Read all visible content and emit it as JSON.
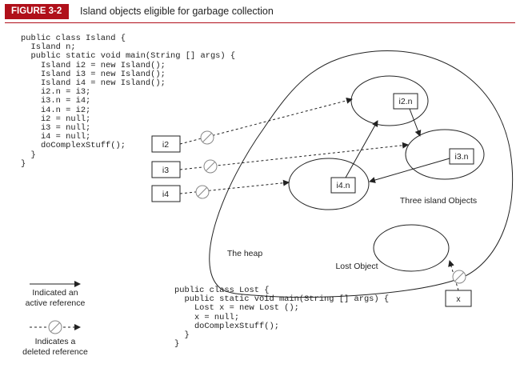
{
  "figure": {
    "label": "FIGURE 3-2",
    "title": "Island objects eligible for garbage collection"
  },
  "code_island": [
    "public class Island {",
    "  Island n;",
    "  public static void main(String [] args) {",
    "    Island i2 = new Island();",
    "    Island i3 = new Island();",
    "    Island i4 = new Island();",
    "    i2.n = i3;",
    "    i3.n = i4;",
    "    i4.n = i2;",
    "    i2 = null;",
    "    i3 = null;",
    "    i4 = null;",
    "    doComplexStuff();",
    "  }",
    "}"
  ],
  "code_lost": [
    "public class Lost {",
    "  public static void main(String [] args) {",
    "    Lost x = new Lost ();",
    "    x = null;",
    "    doComplexStuff();",
    "  }",
    "}"
  ],
  "diagram": {
    "refs": [
      "i2",
      "i3",
      "i4"
    ],
    "objects": [
      "i2.n",
      "i3.n",
      "i4.n"
    ],
    "x_ref": "x",
    "three_island_label": "Three island Objects",
    "heap_label": "The heap",
    "lost_label": "Lost Object"
  },
  "legend": {
    "active_line1": "Indicated an",
    "active_line2": "active reference",
    "deleted_line1": "Indicates a",
    "deleted_line2": "deleted reference"
  },
  "colors": {
    "accent": "#b0101a",
    "line": "#222222",
    "deleted_mark": "#888888"
  }
}
